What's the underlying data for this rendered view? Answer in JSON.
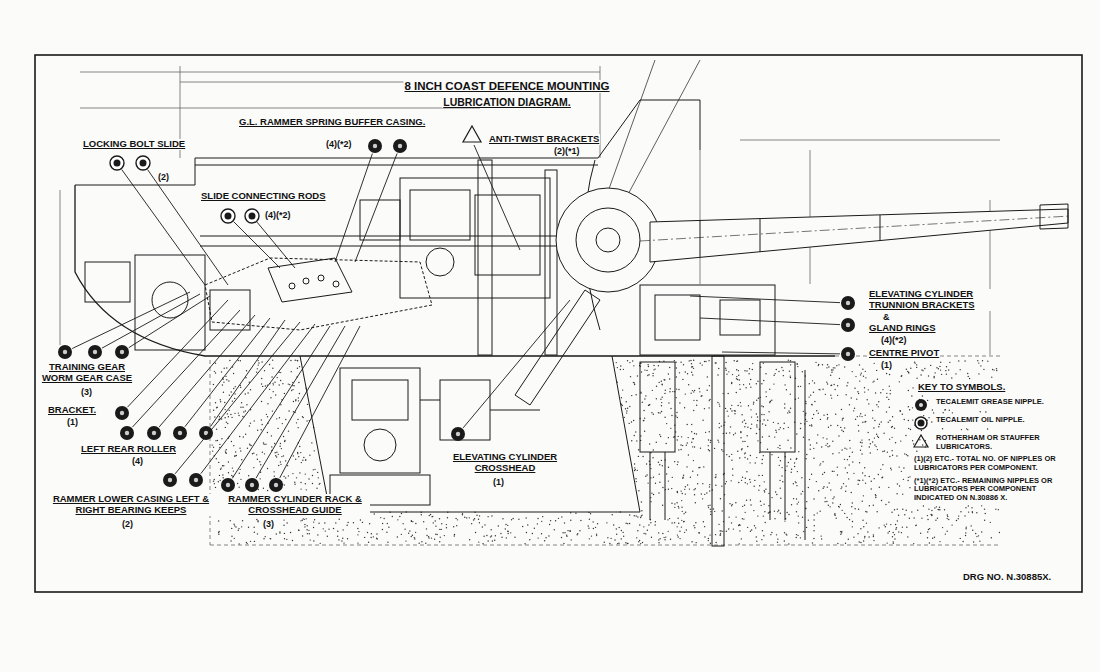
{
  "diagram": {
    "title": "8 INCH COAST DEFENCE MOUNTING",
    "labels": [
      "LUBRICATION DIAGRAM.",
      "LOCKING BOLT SLIDE",
      "(2)",
      "G.L. RAMMER SPRING BUFFER CASING.",
      "(4)(*2)",
      "ANTI-TWIST BRACKETS",
      "(2)(*1)",
      "SLIDE CONNECTING RODS",
      "(4)(*2)",
      "ELEVATING CYLINDER TRUNNION BRACKETS",
      "&",
      "GLAND RINGS",
      "(4)(*2)",
      "CENTRE PIVOT",
      "(1)",
      "TRAINING GEAR WORM GEAR CASE",
      "(3)",
      "BRACKET.",
      "(1)",
      "LEFT REAR ROLLER",
      "(4)",
      "RAMMER LOWER CASING LEFT & RIGHT BEARING KEEPS",
      "(2)",
      "RAMMER CYLINDER RACK & CROSSHEAD GUIDE",
      "(3)",
      "ELEVATING CYLINDER CROSSHEAD",
      "(1)",
      "KEY TO SYMBOLS.",
      "DRG NO. N.30885X."
    ],
    "legend": [
      {
        "text": "TECALEMIT GREASE NIPPLE."
      },
      {
        "text": "TECALEMIT OIL NIPPLE."
      },
      {
        "text": "ROTHERHAM OR STAUFFER LUBRICATORS."
      },
      {
        "text": "(1)(2) ETC.- TOTAL NO. OF NIPPLES OR LUBRICATORS PER COMPONENT."
      },
      {
        "text": "(*1)(*2) ETC.- REMAINING NIPPLES OR LUBRICATORS PER COMPONENT INDICATED ON N.30886 X."
      }
    ]
  }
}
